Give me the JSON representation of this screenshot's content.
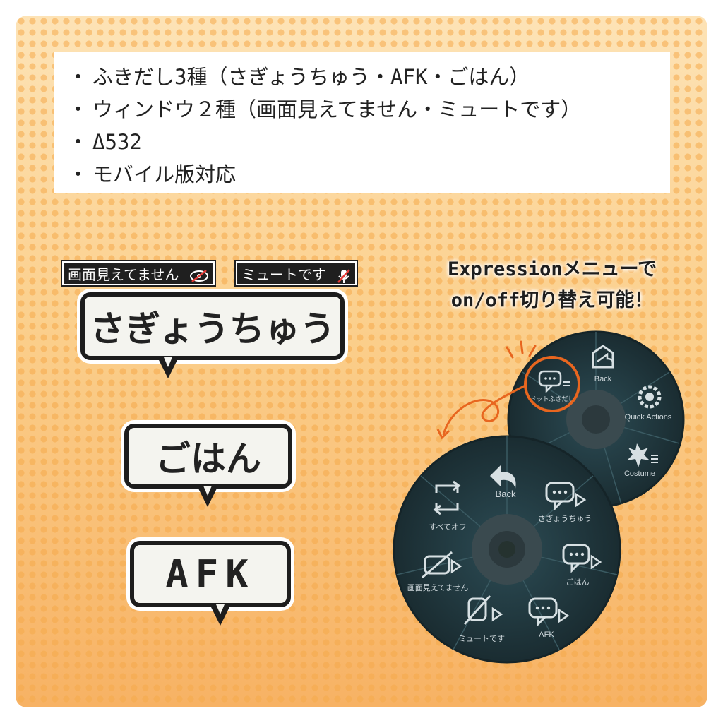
{
  "info": {
    "lines": [
      "ふきだし3種（さぎょうちゅう・AFK・ごはん）",
      "ウィンドウ２種（画面見えてません・ミュートです）",
      "Δ532",
      "モバイル版対応"
    ]
  },
  "tags": {
    "screen_hidden": "画面見えてません",
    "muted": "ミュートです"
  },
  "bubbles": {
    "working": "さぎょうちゅう",
    "meal": "ごはん",
    "afk": "AFK"
  },
  "note": {
    "line1": "Expressionメニューで",
    "line2": "on/off切り替え可能！"
  },
  "menu_back": {
    "back": "Back",
    "quick_actions": "Quick Actions",
    "costume": "Costume",
    "dot_bubble": "ドットふきだし"
  },
  "menu_front": {
    "back": "Back",
    "working": "さぎょうちゅう",
    "meal": "ごはん",
    "afk": "AFK",
    "muted": "ミュートです",
    "screen_hidden": "画面見えてません",
    "all_off": "すべてオフ"
  },
  "colors": {
    "wheel_dark": "#1c3036",
    "wheel_mid": "#25424a",
    "accent_orange": "#e8661f",
    "bubble_fill": "#f4f4ef",
    "outline": "#1d1d1d"
  },
  "icons": [
    "back-arrow-icon",
    "gear-icon",
    "costume-icon",
    "speech-bubble-icon",
    "muted-icon",
    "screen-hidden-icon",
    "reset-icon"
  ]
}
